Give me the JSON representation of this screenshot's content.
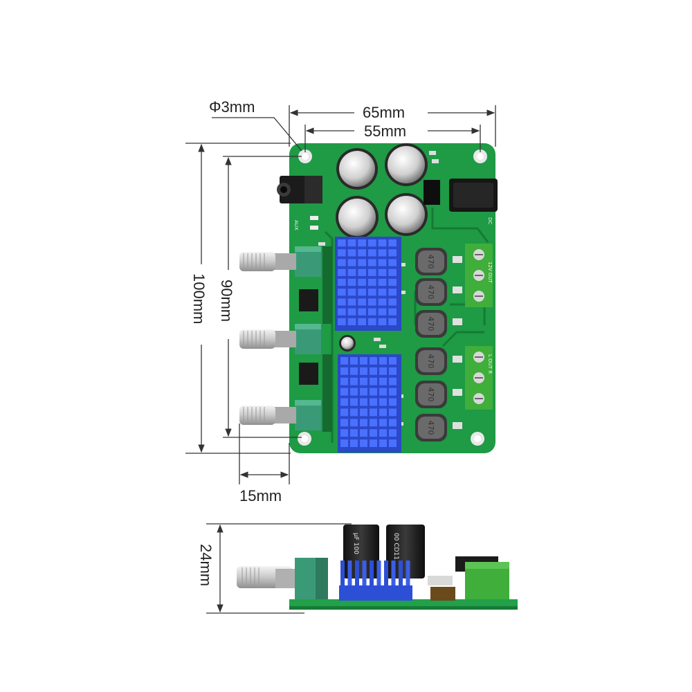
{
  "dimensions": {
    "hole_diameter": "Φ3mm",
    "board_width": "65mm",
    "hole_spacing_x": "55mm",
    "board_height": "100mm",
    "hole_spacing_y": "90mm",
    "knob_offset": "15mm",
    "side_height": "24mm"
  },
  "board_labels": {
    "aux": "AUX",
    "dc": "DC",
    "inductor": "470",
    "cap_side_1": "μF 100",
    "cap_side_2": "00 CD11",
    "terminal_top": "12V OUT",
    "terminal_bottom": "L OUT R"
  },
  "colors": {
    "pcb": "#1f9a45",
    "pcb_dark": "#157a34",
    "heatsink": "#2c4fd6",
    "terminal": "#3fae3a",
    "pot": "#3a9a78",
    "dim_line": "#333333"
  },
  "counts": {
    "inductors": 6,
    "capacitors": 4,
    "knobs": 3
  }
}
